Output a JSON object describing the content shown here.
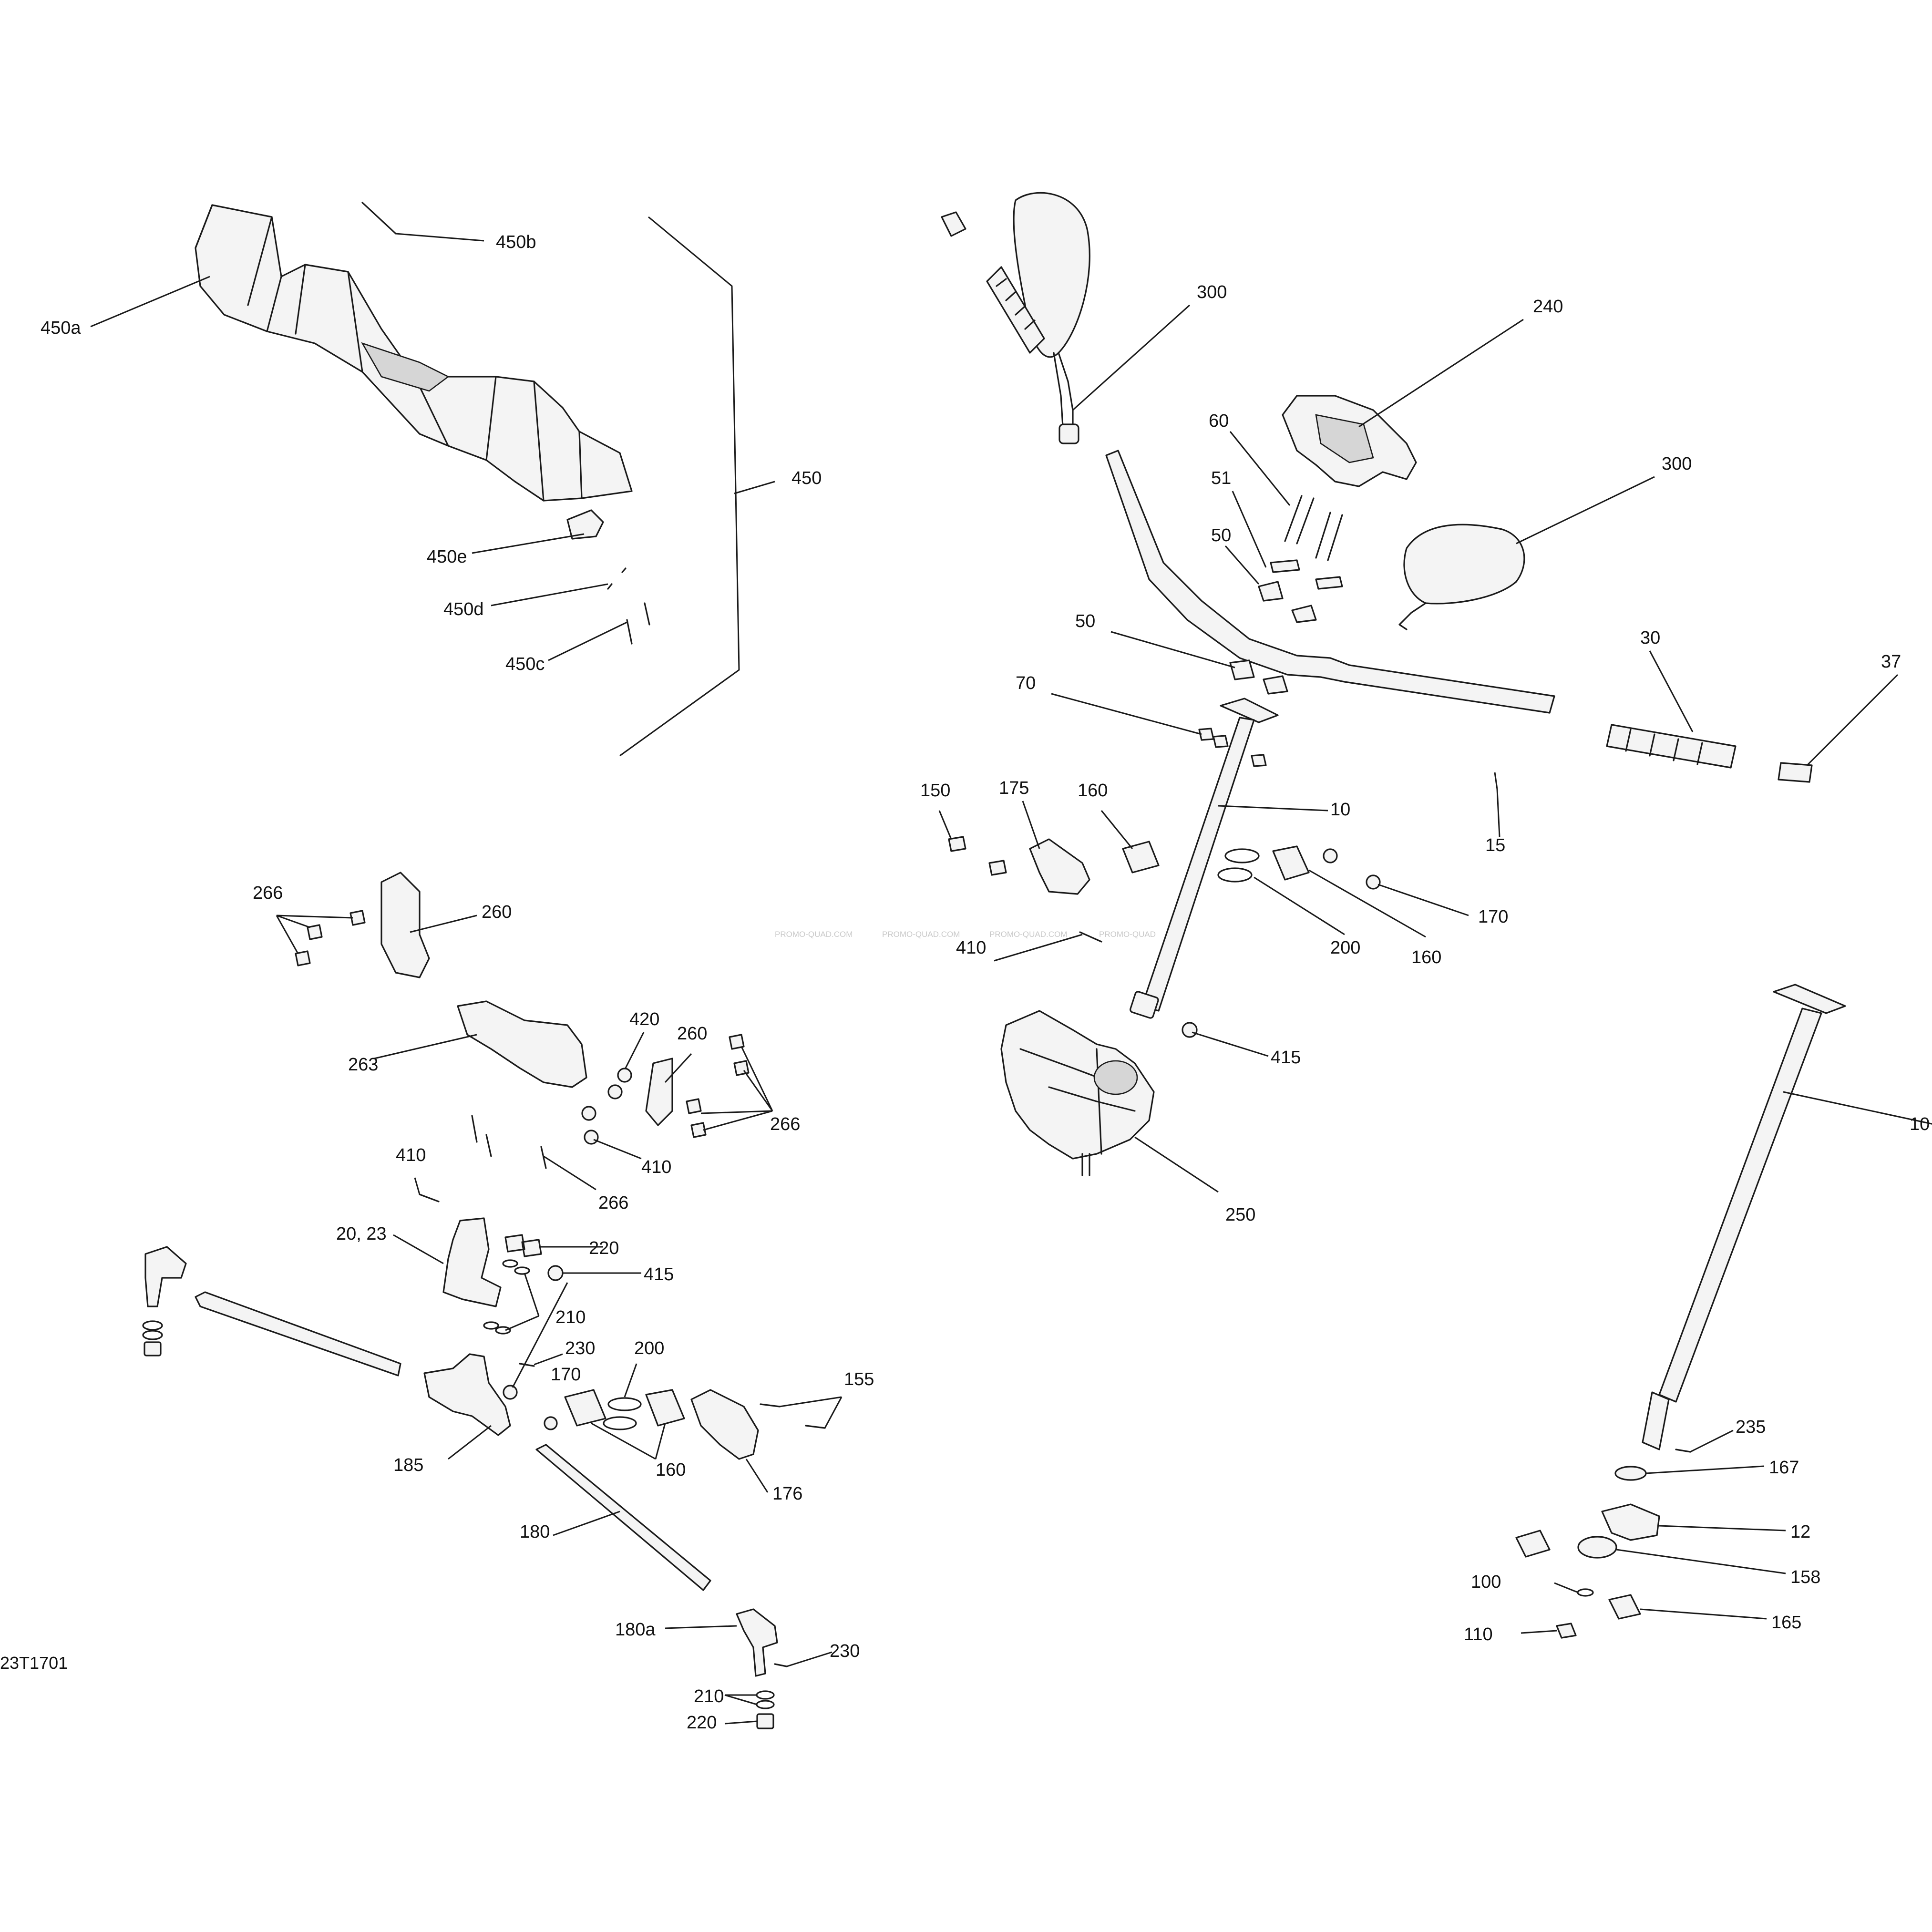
{
  "diagram": {
    "reference_code": "23T1701",
    "watermarks": [
      "PROMO-QUAD.COM",
      "PROMO-QUAD.COM",
      "PROMO-QUAD.COM",
      "PROMO-QUAD"
    ],
    "callouts": [
      {
        "id": "450b",
        "label": "450b"
      },
      {
        "id": "450a",
        "label": "450a"
      },
      {
        "id": "450",
        "label": "450"
      },
      {
        "id": "450e",
        "label": "450e"
      },
      {
        "id": "450d",
        "label": "450d"
      },
      {
        "id": "450c",
        "label": "450c"
      },
      {
        "id": "300-top",
        "label": "300"
      },
      {
        "id": "240",
        "label": "240"
      },
      {
        "id": "60",
        "label": "60"
      },
      {
        "id": "51",
        "label": "51"
      },
      {
        "id": "50-upper",
        "label": "50"
      },
      {
        "id": "300-right",
        "label": "300"
      },
      {
        "id": "50-lower",
        "label": "50"
      },
      {
        "id": "30",
        "label": "30"
      },
      {
        "id": "37",
        "label": "37"
      },
      {
        "id": "70",
        "label": "70"
      },
      {
        "id": "150",
        "label": "150"
      },
      {
        "id": "175",
        "label": "175"
      },
      {
        "id": "160-upper",
        "label": "160"
      },
      {
        "id": "10-upper",
        "label": "10"
      },
      {
        "id": "15",
        "label": "15"
      },
      {
        "id": "170-upper",
        "label": "170"
      },
      {
        "id": "160-mid",
        "label": "160"
      },
      {
        "id": "200-upper",
        "label": "200"
      },
      {
        "id": "410-upper",
        "label": "410"
      },
      {
        "id": "415-upper",
        "label": "415"
      },
      {
        "id": "250",
        "label": "250"
      },
      {
        "id": "10-right",
        "label": "10"
      },
      {
        "id": "266-top",
        "label": "266"
      },
      {
        "id": "260-top",
        "label": "260"
      },
      {
        "id": "263",
        "label": "263"
      },
      {
        "id": "420",
        "label": "420"
      },
      {
        "id": "260-mid",
        "label": "260"
      },
      {
        "id": "266-right",
        "label": "266"
      },
      {
        "id": "410-mid",
        "label": "410"
      },
      {
        "id": "410-left",
        "label": "410"
      },
      {
        "id": "266-bottom",
        "label": "266"
      },
      {
        "id": "20-23",
        "label": "20, 23"
      },
      {
        "id": "220-upper",
        "label": "220"
      },
      {
        "id": "415-lower",
        "label": "415"
      },
      {
        "id": "210-upper",
        "label": "210"
      },
      {
        "id": "230-upper",
        "label": "230"
      },
      {
        "id": "200-lower",
        "label": "200"
      },
      {
        "id": "170-lower",
        "label": "170"
      },
      {
        "id": "155",
        "label": "155"
      },
      {
        "id": "185",
        "label": "185"
      },
      {
        "id": "160-lower",
        "label": "160"
      },
      {
        "id": "176",
        "label": "176"
      },
      {
        "id": "180",
        "label": "180"
      },
      {
        "id": "180a",
        "label": "180a"
      },
      {
        "id": "230-lower",
        "label": "230"
      },
      {
        "id": "210-lower",
        "label": "210"
      },
      {
        "id": "220-lower",
        "label": "220"
      },
      {
        "id": "235",
        "label": "235"
      },
      {
        "id": "167",
        "label": "167"
      },
      {
        "id": "12",
        "label": "12"
      },
      {
        "id": "158",
        "label": "158"
      },
      {
        "id": "100",
        "label": "100"
      },
      {
        "id": "165",
        "label": "165"
      },
      {
        "id": "110",
        "label": "110"
      }
    ]
  }
}
